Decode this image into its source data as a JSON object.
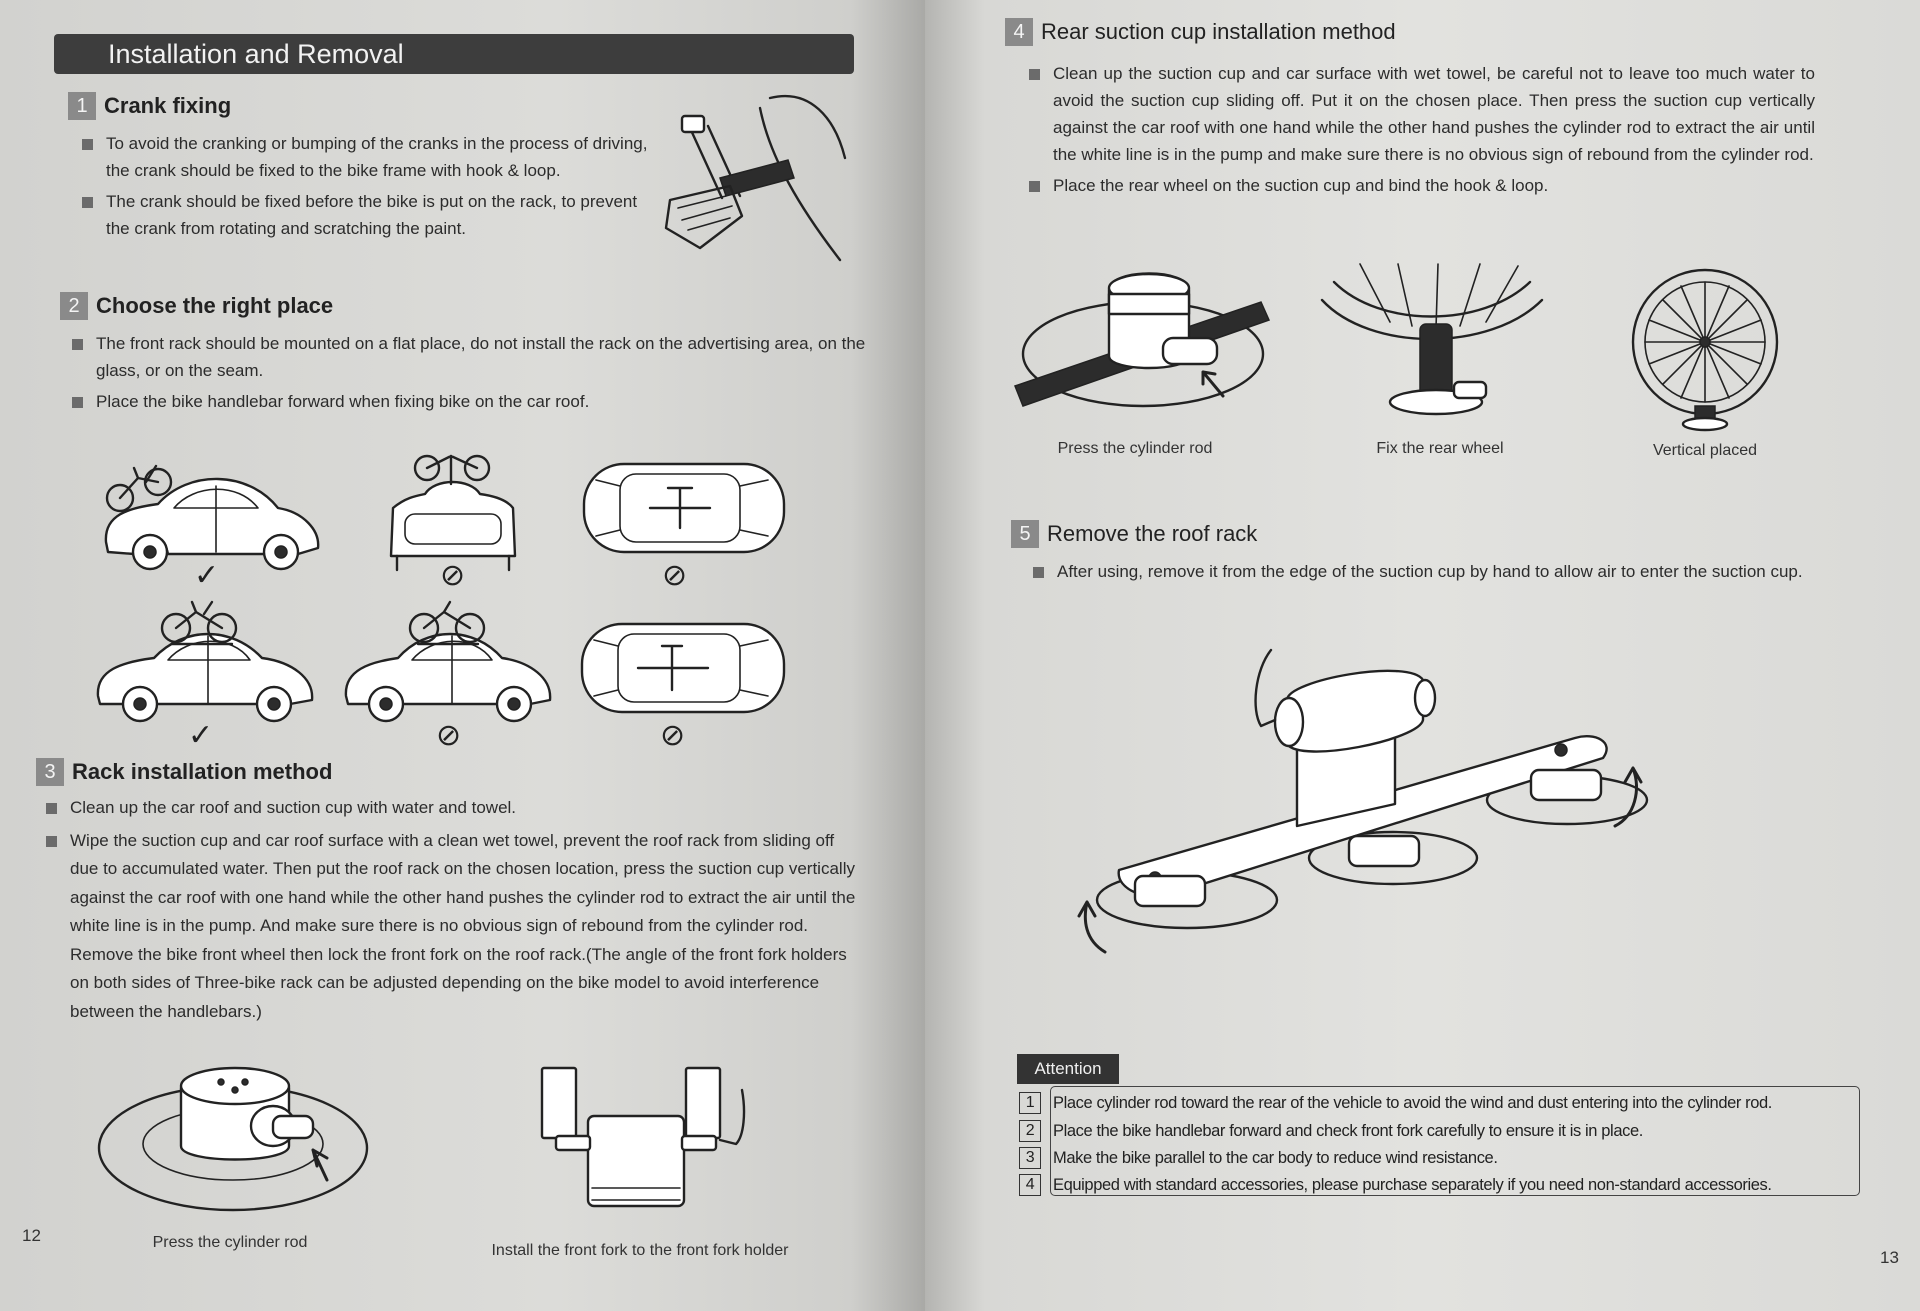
{
  "left_page": {
    "banner": "Installation and Removal",
    "sec1": {
      "num": "1",
      "title": "Crank fixing",
      "b1": "To avoid the cranking or bumping of the cranks in the process of driving, the crank should be fixed to the bike frame with hook & loop.",
      "b2": "The crank should be fixed before the bike is put on the rack, to prevent the crank  from rotating and scratching the paint."
    },
    "sec2": {
      "num": "2",
      "title": "Choose the right place",
      "b1": "The front rack should be mounted on a flat place, do not install the rack on the advertising area, on the glass, or on the seam.",
      "b2": "Place the bike handlebar forward when fixing bike on the car roof."
    },
    "sec3": {
      "num": "3",
      "title": "Rack installation method",
      "b1": "Clean up the car roof and suction cup with water and towel.",
      "b2": "Wipe the suction cup and car roof surface with a clean wet towel, prevent the roof rack from sliding off due to accumulated water. Then put the roof rack on the chosen location, press the suction cup vertically against the car roof with one hand while the other hand pushes the cylinder rod to extract the air until the white line is in the pump. And make sure there is no obvious sign of rebound from the cylinder rod. Remove the bike front wheel then lock the front fork on the roof rack.(The angle of the front fork holders on both sides of Three-bike rack can be adjusted depending on the bike model to avoid interference between the handlebars.)"
    },
    "captions": {
      "press": "Press the cylinder rod",
      "fork": "Install the front fork to the front fork holder"
    },
    "marks": {
      "ok": "✓",
      "no": "⊘"
    },
    "page_number": "12"
  },
  "right_page": {
    "sec4": {
      "num": "4",
      "title": "Rear suction cup installation method",
      "b1": "Clean up the suction cup and car surface with wet towel, be careful not to leave too much water to avoid the suction cup sliding off. Put it on the chosen place. Then press the suction cup vertically against the car roof with one hand while the other hand pushes the cylinder rod to extract the air until the white line is in the pump and make sure there is no obvious sign of rebound from the cylinder rod.",
      "b2": "Place the rear wheel on the suction cup and bind the hook & loop."
    },
    "captions": {
      "press": "Press the cylinder rod",
      "fix": "Fix the rear wheel",
      "vertical": "Vertical placed"
    },
    "sec5": {
      "num": "5",
      "title": "Remove the roof rack",
      "b1": "After using, remove it from the edge of the suction cup by hand to allow air to enter the suction cup."
    },
    "attention": {
      "label": "Attention",
      "items": [
        {
          "num": "1",
          "text": "Place cylinder rod toward the rear of the vehicle to avoid the wind and dust entering into the cylinder rod."
        },
        {
          "num": "2",
          "text": "Place the bike handlebar forward and check front fork carefully to ensure it is in place."
        },
        {
          "num": "3",
          "text": "Make the bike parallel to the car body to reduce wind resistance."
        },
        {
          "num": "4",
          "text": "Equipped with standard accessories, please purchase separately if you need non-standard accessories."
        }
      ]
    },
    "page_number": "13"
  }
}
